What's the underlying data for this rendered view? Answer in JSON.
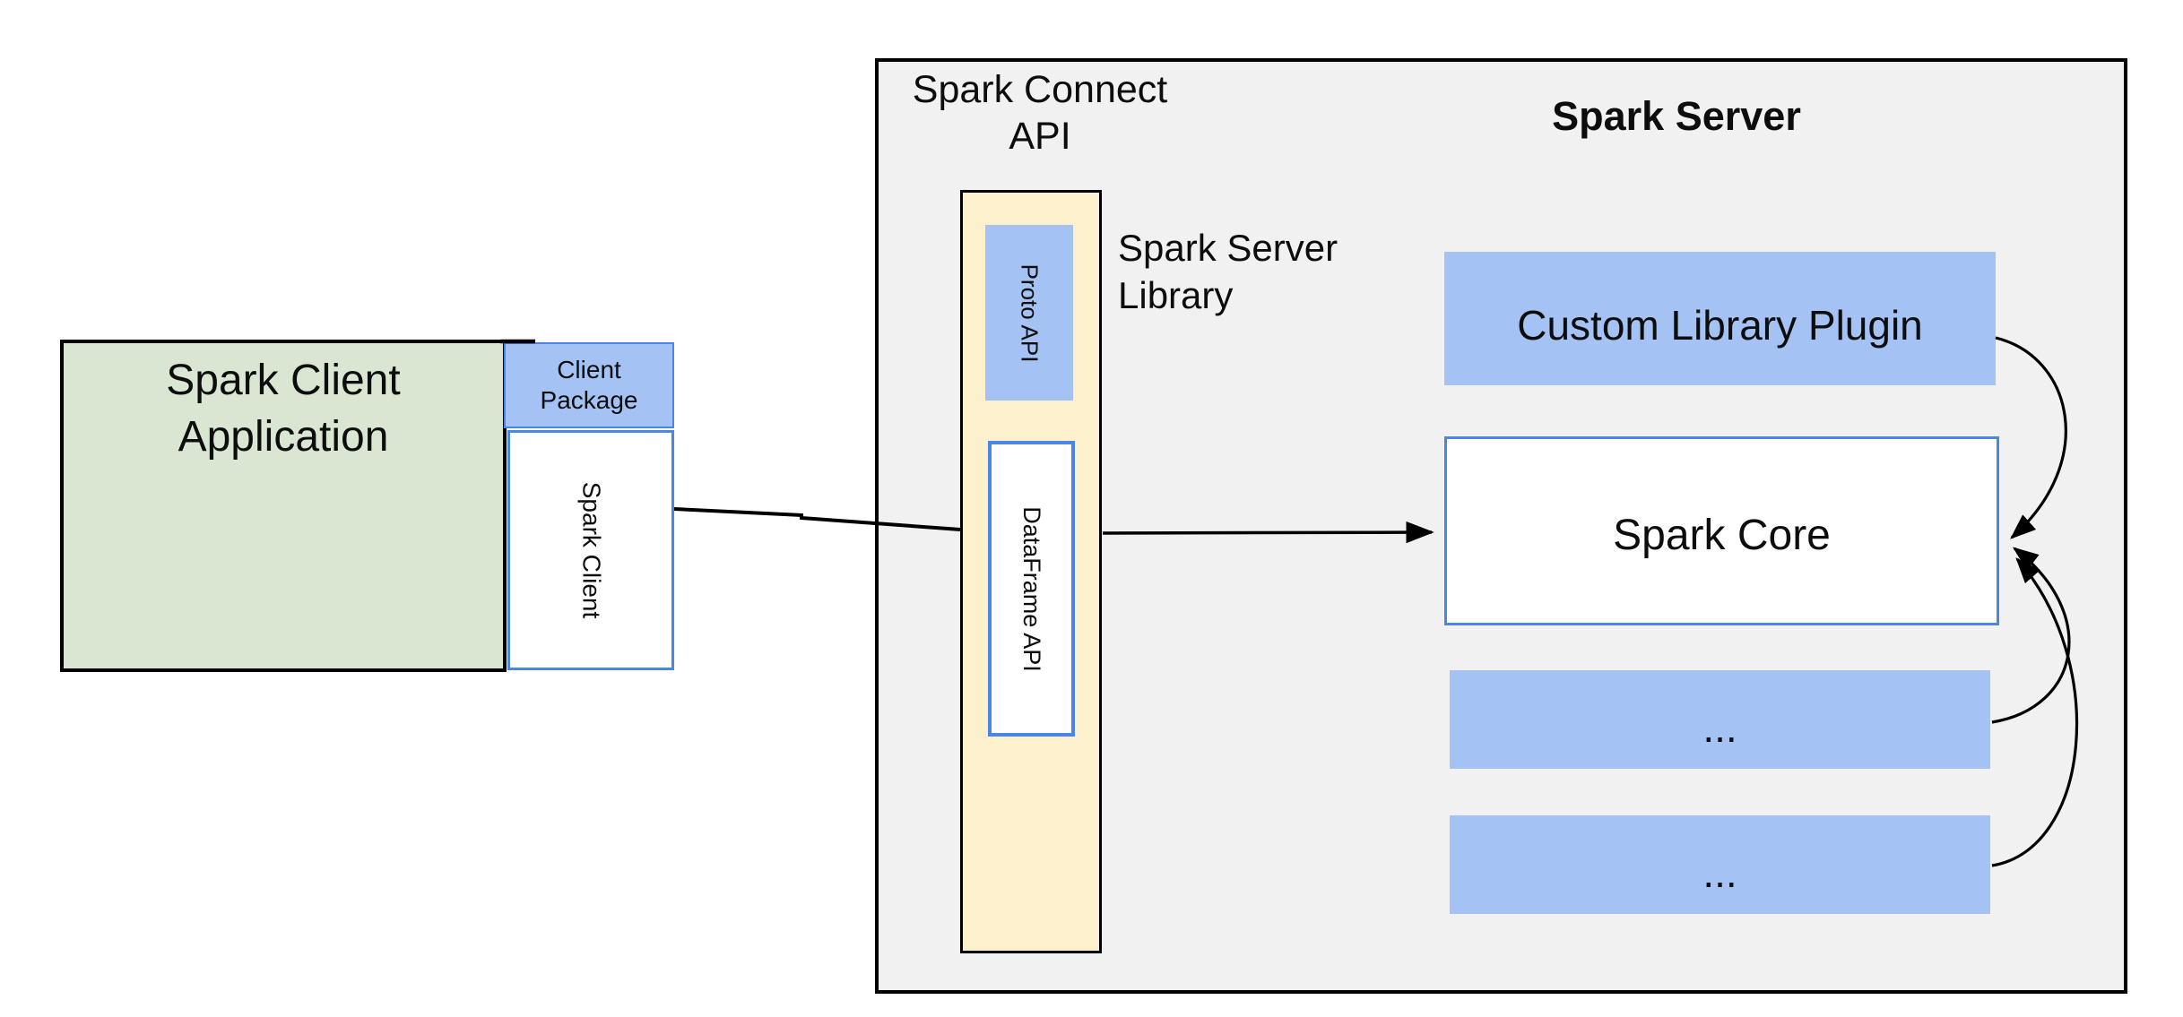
{
  "diagram": {
    "client_app": {
      "line1": "Spark Client",
      "line2": "Application"
    },
    "client_package": {
      "line1": "Client",
      "line2": "Package"
    },
    "spark_client": "Spark Client",
    "connect_api_label": {
      "line1": "Spark Connect",
      "line2": "API"
    },
    "proto_api": "Proto API",
    "dataframe_api": "DataFrame API",
    "server_title": "Spark Server",
    "server_library_label": {
      "line1": "Spark Server",
      "line2": "Library"
    },
    "custom_plugin": "Custom Library Plugin",
    "spark_core": "Spark Core",
    "module_placeholder_1": "...",
    "module_placeholder_2": "...",
    "colors": {
      "container_fill": "#f1f1f1",
      "client_fill": "#d9e7d2",
      "blue_fill": "#a4c2f4",
      "blue_border": "#4a86e8",
      "bar_fill": "#fdf0cc",
      "line": "#000000"
    }
  }
}
